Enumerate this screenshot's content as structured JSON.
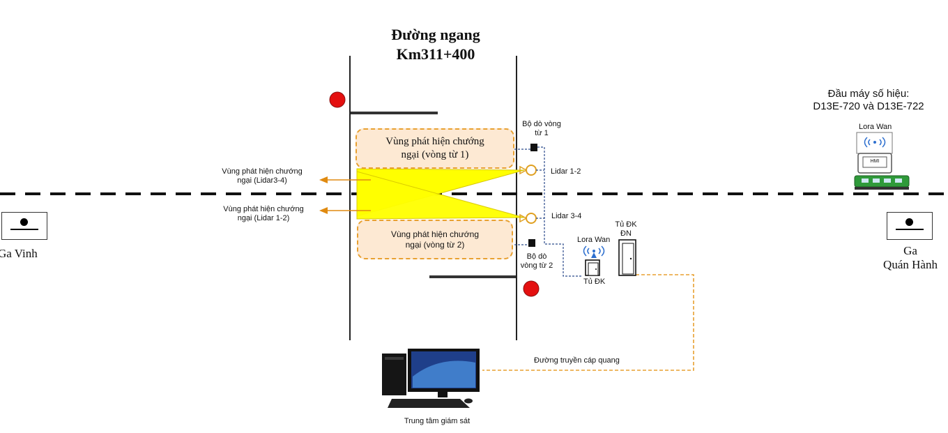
{
  "crossing": {
    "title_line1": "Đường ngang",
    "title_line2": "Km311+400"
  },
  "zones": {
    "loop1_line1": "Vùng phát hiện chướng",
    "loop1_line2": "ngại (vòng từ 1)",
    "loop2_line1": "Vùng phát hiện chướng",
    "loop2_line2": "ngại (vòng từ 2)"
  },
  "lidar_zones": {
    "zone34_line1": "Vùng phát hiện chướng",
    "zone34_line2": "ngại (Lidar3-4)",
    "zone12_line1": "Vùng phát hiện chướng",
    "zone12_line2": "ngại (Lidar 1-2)"
  },
  "sensors": {
    "loop1_line1": "Bộ dò vòng",
    "loop1_line2": "từ 1",
    "loop2_line1": "Bộ dò",
    "loop2_line2": "vòng từ 2",
    "lidar12": "Lidar 1-2",
    "lidar34": "Lidar 3-4"
  },
  "equipment": {
    "lorawan_left": "Lora Wan",
    "cabinet_dk": "Tủ ĐK",
    "cabinet_dkdn_line1": "Tủ ĐK",
    "cabinet_dkdn_line2": "ĐN",
    "lorawan_right": "Lora Wan",
    "hmi": "HMI"
  },
  "locomotive": {
    "line1": "Đầu máy số hiệu:",
    "line2": "D13E-720 và D13E-722"
  },
  "stations": {
    "left": "Ga Vinh",
    "right_line1": "Ga",
    "right_line2": "Quán Hành"
  },
  "monitoring": {
    "label": "Trung tâm giám sát"
  },
  "fiber": {
    "label": "Đường truyền cáp quang"
  },
  "colors": {
    "zone_border": "#e8a030",
    "zone_fill": "#fde9d3",
    "lidar_beam": "#ffff00",
    "signal_red": "#e41010",
    "fiber_orange": "#e8a030",
    "network_blue": "#2b4a8b"
  }
}
